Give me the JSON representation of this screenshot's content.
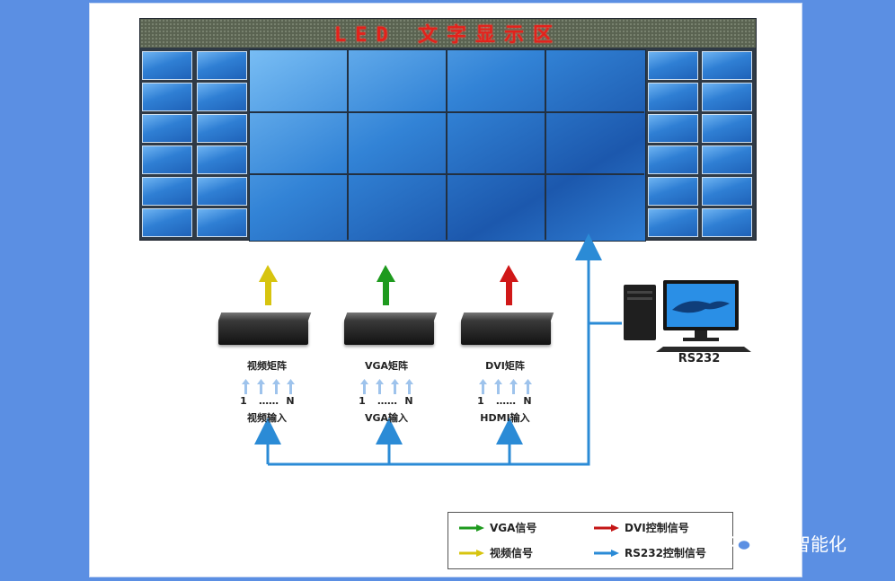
{
  "led_banner": "LED 文字显示区",
  "matrices": [
    {
      "name": "视频矩阵",
      "input_label": "视频输入",
      "arrow_color": "#d7c40f"
    },
    {
      "name": "VGA矩阵",
      "input_label": "VGA输入",
      "arrow_color": "#1e9a1e"
    },
    {
      "name": "DVI矩阵",
      "input_label": "HDMI输入",
      "arrow_color": "#d01818"
    }
  ],
  "input_range": {
    "start": "1",
    "dots": "……",
    "end": "N"
  },
  "pc_label": "RS232",
  "legend": [
    {
      "label": "VGA信号",
      "color": "#1e9a1e"
    },
    {
      "label": "DVI控制信号",
      "color": "#c41616"
    },
    {
      "label": "视频信号",
      "color": "#d7c40f"
    },
    {
      "label": "RS232控制信号",
      "color": "#2b8bd6"
    }
  ],
  "watermark": "阿宽智能化",
  "colors": {
    "rs232_line": "#2b8bd6",
    "input_arrows": "#9ec3ec",
    "background": "#5b8fe3"
  }
}
